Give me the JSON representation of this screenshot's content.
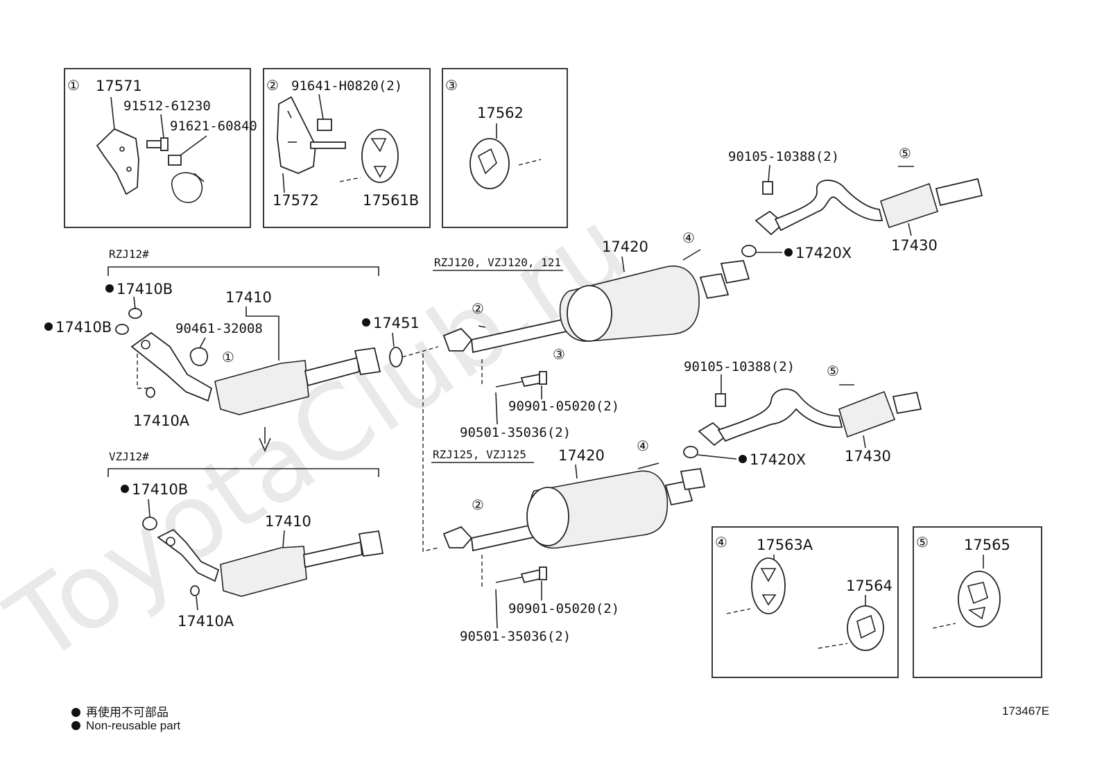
{
  "watermark": "ToyotaClub.ru",
  "variants": {
    "rzj12": "RZJ12#",
    "vzj12": "VZJ12#",
    "rzj120": "RZJ120, VZJ120, 121",
    "rzj125": "RZJ125, VZJ125"
  },
  "markers": {
    "m1": "①",
    "m2": "②",
    "m3": "③",
    "m4": "④",
    "m5": "⑤"
  },
  "parts": {
    "p17571": "17571",
    "p91512": "91512-61230",
    "p91621": "91621-60840",
    "p91641": "91641-H0820(2)",
    "p17572": "17572",
    "p17561B": "17561B",
    "p17562": "17562",
    "p17410B": "17410B",
    "p17410": "17410",
    "p90461": "90461-32008",
    "p17451": "17451",
    "p17410A": "17410A",
    "p17420": "17420",
    "p17420X": "17420X",
    "p90105": "90105-10388(2)",
    "p17430": "17430",
    "p90901": "90901-05020(2)",
    "p90501": "90501-35036(2)",
    "p17563A": "17563A",
    "p17564": "17564",
    "p17565": "17565"
  },
  "legend": {
    "jp": "再使用不可部品",
    "en": "Non-reusable part"
  },
  "code": "173467E"
}
